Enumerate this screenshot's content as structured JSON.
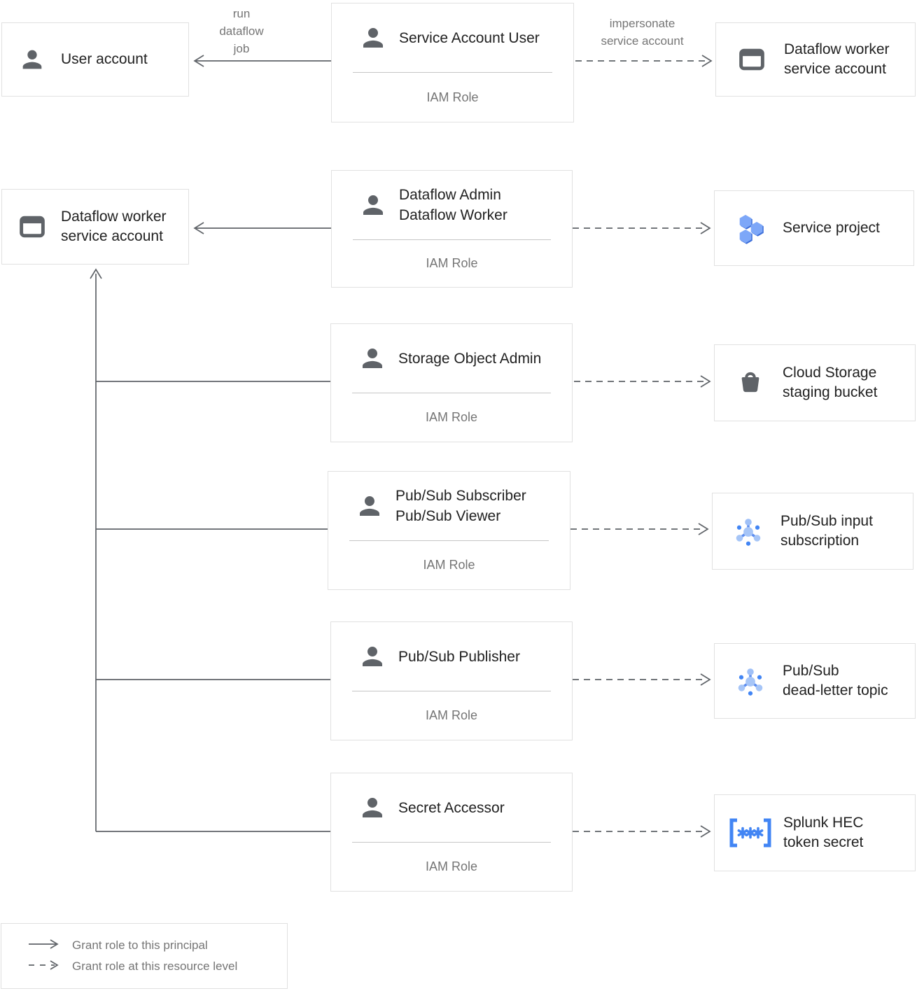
{
  "colors": {
    "box_border": "#e1e1e1",
    "text_dark": "#212121",
    "text_muted": "#757575",
    "line_gray": "#5f6368",
    "icon_gray": "#5f6368",
    "blue": "#4285f4",
    "blue_light": "#a6c5f7",
    "blue_mid": "#7da7f8",
    "blue_dark": "#3e6fd9"
  },
  "nodes": {
    "user_account": {
      "icon": "person-icon",
      "label": "User account"
    },
    "service_account_user": {
      "icon": "person-icon",
      "title": "Service Account User",
      "role_label": "IAM Role"
    },
    "dataflow_worker_sa_top": {
      "icon": "service-account-card-icon",
      "line1": "Dataflow worker",
      "line2": "service account"
    },
    "dataflow_worker_sa_left": {
      "icon": "service-account-card-icon",
      "line1": "Dataflow worker",
      "line2": "service account"
    },
    "dataflow_admin_worker": {
      "icon": "person-icon",
      "line1": "Dataflow Admin",
      "line2": "Dataflow Worker",
      "role_label": "IAM Role"
    },
    "service_project": {
      "icon": "project-hexagons-icon",
      "label": "Service project"
    },
    "storage_object_admin": {
      "icon": "person-icon",
      "title": "Storage Object Admin",
      "role_label": "IAM Role"
    },
    "cloud_storage_staging_bucket": {
      "icon": "storage-bucket-icon",
      "line1": "Cloud Storage",
      "line2": "staging bucket"
    },
    "pubsub_subscriber_viewer": {
      "icon": "person-icon",
      "line1": "Pub/Sub Subscriber",
      "line2": "Pub/Sub Viewer",
      "role_label": "IAM Role"
    },
    "pubsub_input_subscription": {
      "icon": "pubsub-icon",
      "line1": "Pub/Sub input",
      "line2": "subscription"
    },
    "pubsub_publisher": {
      "icon": "person-icon",
      "title": "Pub/Sub Publisher",
      "role_label": "IAM Role"
    },
    "pubsub_dead_letter_topic": {
      "icon": "pubsub-icon",
      "line1": "Pub/Sub",
      "line2": "dead-letter topic"
    },
    "secret_accessor": {
      "icon": "person-icon",
      "title": "Secret Accessor",
      "role_label": "IAM Role"
    },
    "splunk_hec_token_secret": {
      "icon": "secret-brackets-icon",
      "line1": "Splunk HEC",
      "line2": "token secret"
    }
  },
  "edge_labels": {
    "run_dataflow_job": {
      "line1": "run",
      "line2": "dataflow",
      "line3": "job"
    },
    "impersonate_service_account": {
      "line1": "impersonate",
      "line2": "service account"
    }
  },
  "edges": [
    {
      "from": "service_account_user",
      "to": "user_account",
      "style": "solid",
      "label": "run dataflow job"
    },
    {
      "from": "service_account_user",
      "to": "dataflow_worker_sa_top",
      "style": "dashed",
      "label": "impersonate service account"
    },
    {
      "from": "dataflow_admin_worker",
      "to": "dataflow_worker_sa_left",
      "style": "solid"
    },
    {
      "from": "dataflow_admin_worker",
      "to": "service_project",
      "style": "dashed"
    },
    {
      "from": "storage_object_admin",
      "to": "dataflow_worker_sa_left",
      "style": "solid"
    },
    {
      "from": "storage_object_admin",
      "to": "cloud_storage_staging_bucket",
      "style": "dashed"
    },
    {
      "from": "pubsub_subscriber_viewer",
      "to": "dataflow_worker_sa_left",
      "style": "solid"
    },
    {
      "from": "pubsub_subscriber_viewer",
      "to": "pubsub_input_subscription",
      "style": "dashed"
    },
    {
      "from": "pubsub_publisher",
      "to": "dataflow_worker_sa_left",
      "style": "solid"
    },
    {
      "from": "pubsub_publisher",
      "to": "pubsub_dead_letter_topic",
      "style": "dashed"
    },
    {
      "from": "secret_accessor",
      "to": "dataflow_worker_sa_left",
      "style": "solid"
    },
    {
      "from": "secret_accessor",
      "to": "splunk_hec_token_secret",
      "style": "dashed"
    }
  ],
  "legend": {
    "solid_label": "Grant role to this principal",
    "dashed_label": "Grant role at this resource level"
  }
}
